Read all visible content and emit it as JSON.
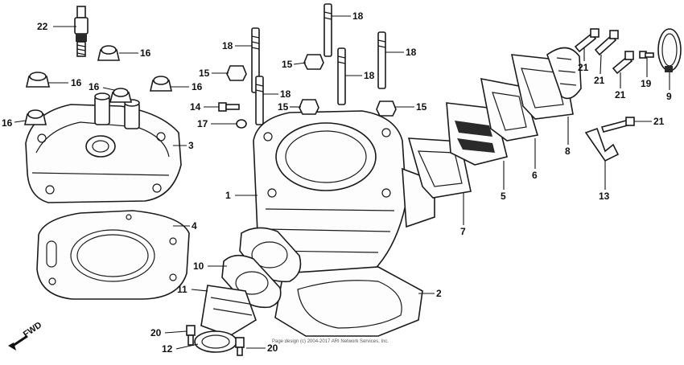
{
  "diagram": {
    "labels": {
      "n1": "1",
      "n2": "2",
      "n3": "3",
      "n4": "4",
      "n5": "5",
      "n6": "6",
      "n7": "7",
      "n8": "8",
      "n9": "9",
      "n10": "10",
      "n11": "11",
      "n12": "12",
      "n13": "13",
      "n14": "14",
      "n15a": "15",
      "n15b": "15",
      "n15c": "15",
      "n15d": "15",
      "n16a": "16",
      "n16b": "16",
      "n16c": "16",
      "n16d": "16",
      "n16e": "16",
      "n17": "17",
      "n18a": "18",
      "n18b": "18",
      "n18c": "18",
      "n18d": "18",
      "n18e": "18",
      "n19": "19",
      "n20a": "20",
      "n20b": "20",
      "n21a": "21",
      "n21b": "21",
      "n21c": "21",
      "n21d": "21",
      "n22": "22"
    },
    "fwd": "FWD",
    "copyright": "Page design (c) 2004-2017 ARI Network Services, Inc."
  },
  "icons": {
    "forward_arrow": "forward-arrow-icon"
  }
}
